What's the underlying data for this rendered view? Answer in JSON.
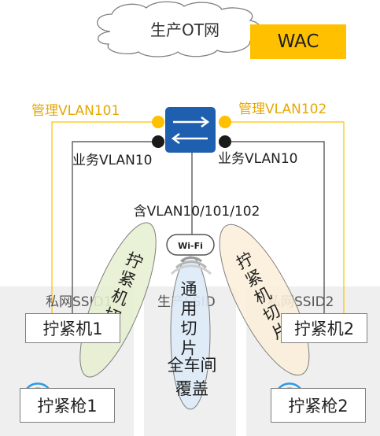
{
  "cloud_label": "生产OT网",
  "wac_label": "WAC",
  "mgmt_vlan_left": "管理VLAN101",
  "mgmt_vlan_right": "管理VLAN102",
  "service_vlan_left": "业务VLAN10",
  "service_vlan_right": "业务VLAN10",
  "trunk_label": "含VLAN10/101/102",
  "ap_label": "Wi-Fi",
  "zones": {
    "left": {
      "ssid": "私网SSID1",
      "device": "拧紧机1",
      "tool": "拧紧枪1",
      "oval_text": "拧紧机切片"
    },
    "center": {
      "ssid": "生产SSID",
      "oval_text": "通用切片",
      "coverage": [
        "全车间",
        "覆盖"
      ]
    },
    "right": {
      "ssid": "私网SSID2",
      "device": "拧紧机2",
      "tool": "拧紧枪2",
      "oval_text": "拧紧机切片"
    }
  },
  "colors": {
    "wac": "#FFC000",
    "mgmt_line": "#FFC000",
    "service_line": "#404040",
    "switch_body": "#1F5FAF",
    "wifi": "#2E9BE6",
    "zone_bg": "#EFEFEF",
    "slice_left": "#E6F0D2",
    "slice_center": "#DDEBF7",
    "slice_right": "#FBEFD9"
  }
}
